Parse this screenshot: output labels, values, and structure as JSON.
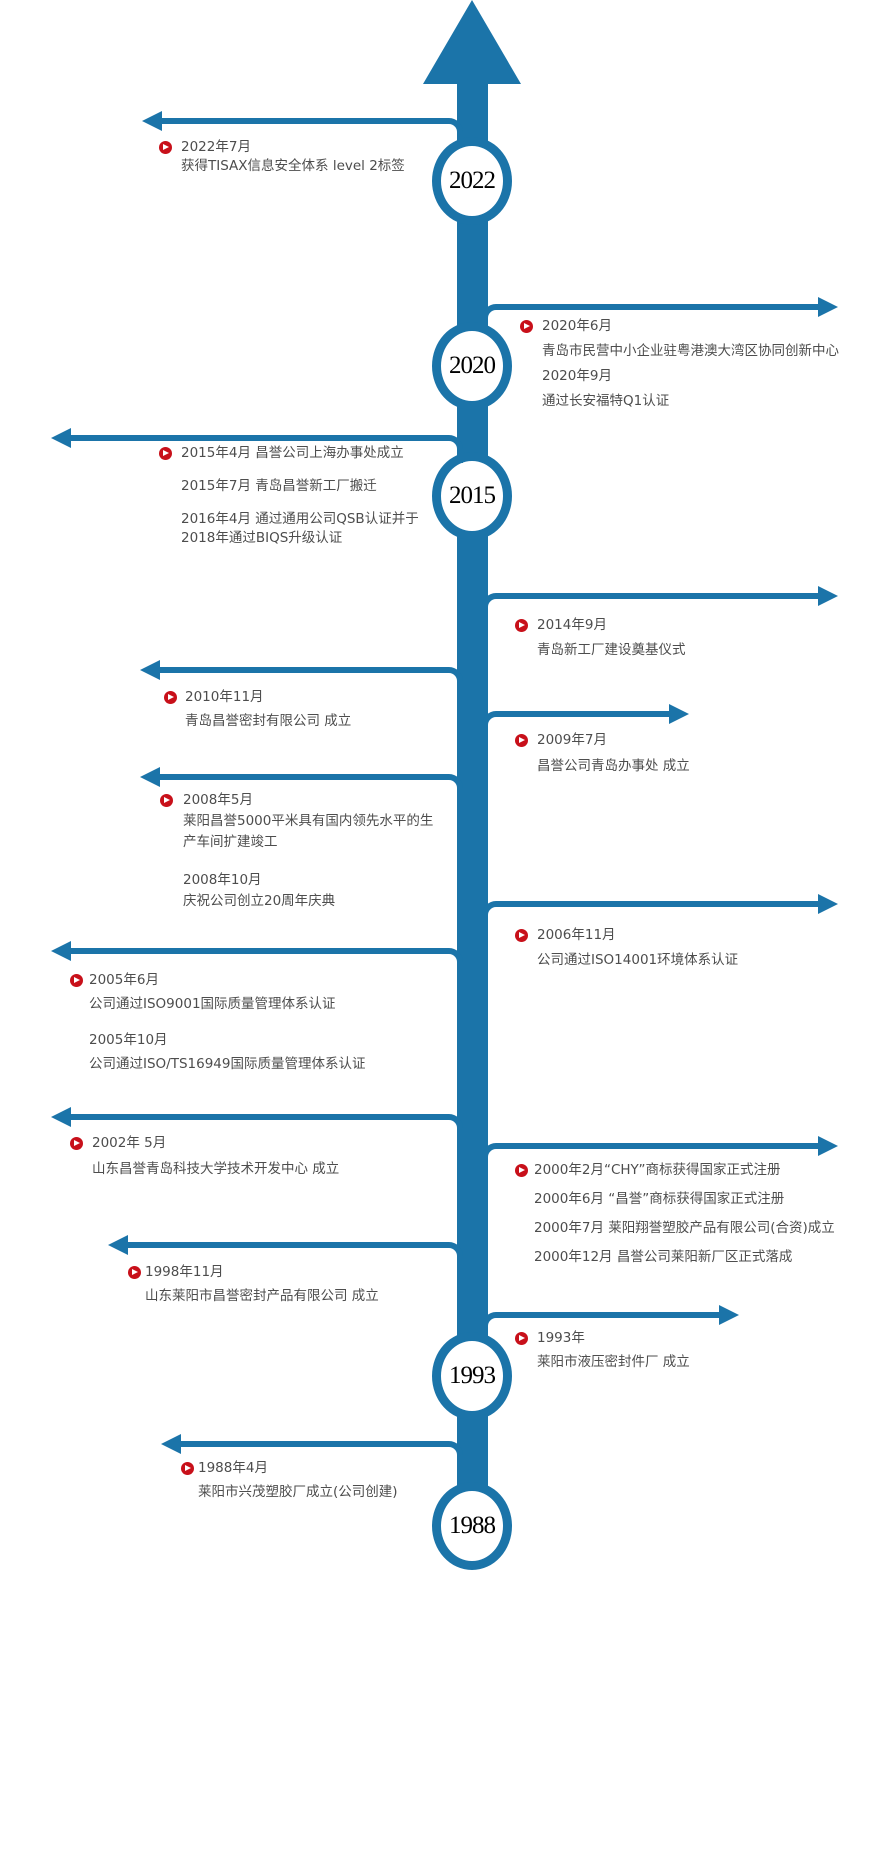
{
  "years": [
    "2022",
    "2020",
    "2015",
    "1993",
    "1988"
  ],
  "events": [
    {
      "id": "2022-07",
      "entries": [
        [
          "2022年7月",
          "获得TISAX信息安全体系 level 2标签"
        ]
      ]
    },
    {
      "id": "2020",
      "entries": [
        [
          "2020年6月",
          "青岛市民营中小企业驻粤港澳大湾区协同创新中心",
          "2020年9月",
          "通过长安福特Q1认证"
        ]
      ]
    },
    {
      "id": "2015",
      "entries": [
        [
          "2015年4月  昌誉公司上海办事处成立"
        ],
        [
          "2015年7月  青岛昌誉新工厂搬迁"
        ],
        [
          "2016年4月  通过通用公司QSB认证并于",
          "2018年通过BIQS升级认证"
        ]
      ]
    },
    {
      "id": "2014",
      "entries": [
        [
          "2014年9月",
          "青岛新工厂建设奠基仪式"
        ]
      ]
    },
    {
      "id": "2010",
      "entries": [
        [
          "2010年11月",
          "青岛昌誉密封有限公司 成立"
        ]
      ]
    },
    {
      "id": "2009",
      "entries": [
        [
          "2009年7月",
          "昌誉公司青岛办事处 成立"
        ]
      ]
    },
    {
      "id": "2008",
      "entries": [
        [
          "2008年5月",
          "莱阳昌誉5000平米具有国内领先水平的生",
          "产车间扩建竣工"
        ],
        [
          "2008年10月",
          "庆祝公司创立20周年庆典"
        ]
      ]
    },
    {
      "id": "2006",
      "entries": [
        [
          "2006年11月",
          "公司通过ISO14001环境体系认证"
        ]
      ]
    },
    {
      "id": "2005",
      "entries": [
        [
          "2005年6月",
          "公司通过ISO9001国际质量管理体系认证"
        ],
        [
          "2005年10月",
          "公司通过ISO/TS16949国际质量管理体系认证"
        ]
      ]
    },
    {
      "id": "2002",
      "entries": [
        [
          "2002年 5月",
          "山东昌誉青岛科技大学技术开发中心 成立"
        ]
      ]
    },
    {
      "id": "2000",
      "entries": [
        [
          "2000年2月“CHY”商标获得国家正式注册",
          "2000年6月  “昌誉”商标获得国家正式注册",
          "2000年7月  莱阳翔誉塑胶产品有限公司(合资)成立",
          "2000年12月 昌誉公司莱阳新厂区正式落成"
        ]
      ]
    },
    {
      "id": "1998",
      "entries": [
        [
          "1998年11月",
          "山东莱阳市昌誉密封产品有限公司 成立"
        ]
      ]
    },
    {
      "id": "1993",
      "entries": [
        [
          "1993年",
          "莱阳市液压密封件厂 成立"
        ]
      ]
    },
    {
      "id": "1988",
      "entries": [
        [
          "1988年4月",
          "莱阳市兴茂塑胶厂成立(公司创建)"
        ]
      ]
    }
  ],
  "colors": {
    "timeline": "#1b74a9",
    "bullet": "#c8101a",
    "text": "#4d4d4d"
  }
}
